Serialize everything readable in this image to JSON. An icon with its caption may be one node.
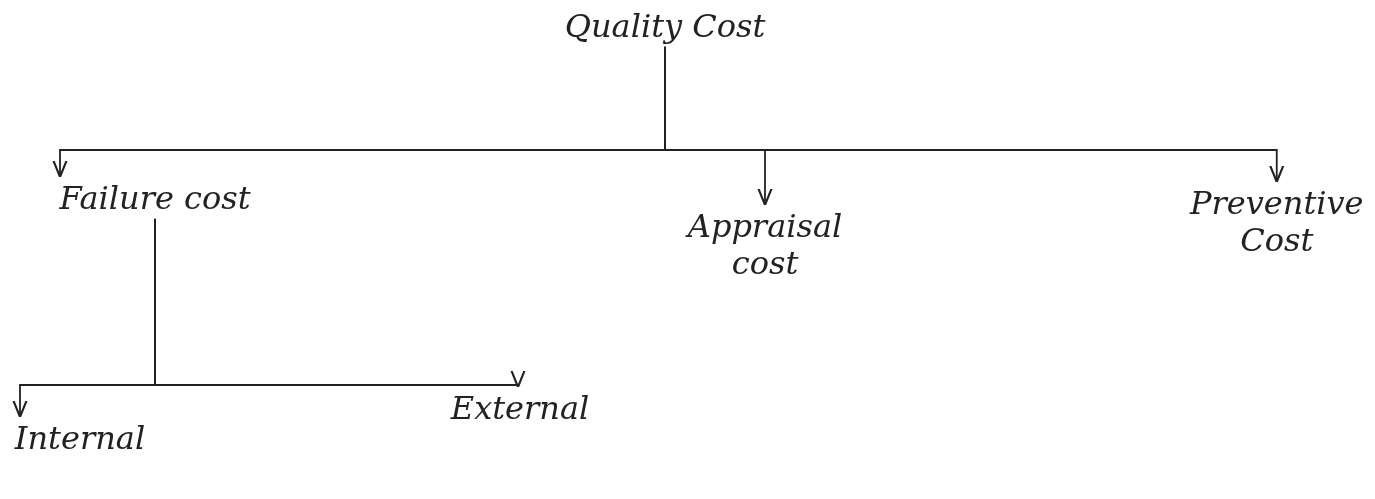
{
  "diagram": {
    "nodes": [
      {
        "text": [
          "Quality Cost"
        ]
      },
      {
        "text": [
          "Failure cost"
        ]
      },
      {
        "text": [
          "Appraisal cost"
        ]
      },
      {
        "text": [
          "Preventive Cost"
        ]
      },
      {
        "text": [
          "Internal"
        ]
      },
      {
        "text": [
          "External"
        ]
      }
    ],
    "edges": [
      {
        "from": 0,
        "to": 1,
        "arrow": "to"
      },
      {
        "from": 0,
        "to": 2,
        "arrow": "to"
      },
      {
        "from": 0,
        "to": 3,
        "arrow": "to"
      },
      {
        "from": 1,
        "to": 4,
        "arrow": "to"
      },
      {
        "from": 1,
        "to": 5,
        "arrow": "to"
      }
    ]
  }
}
